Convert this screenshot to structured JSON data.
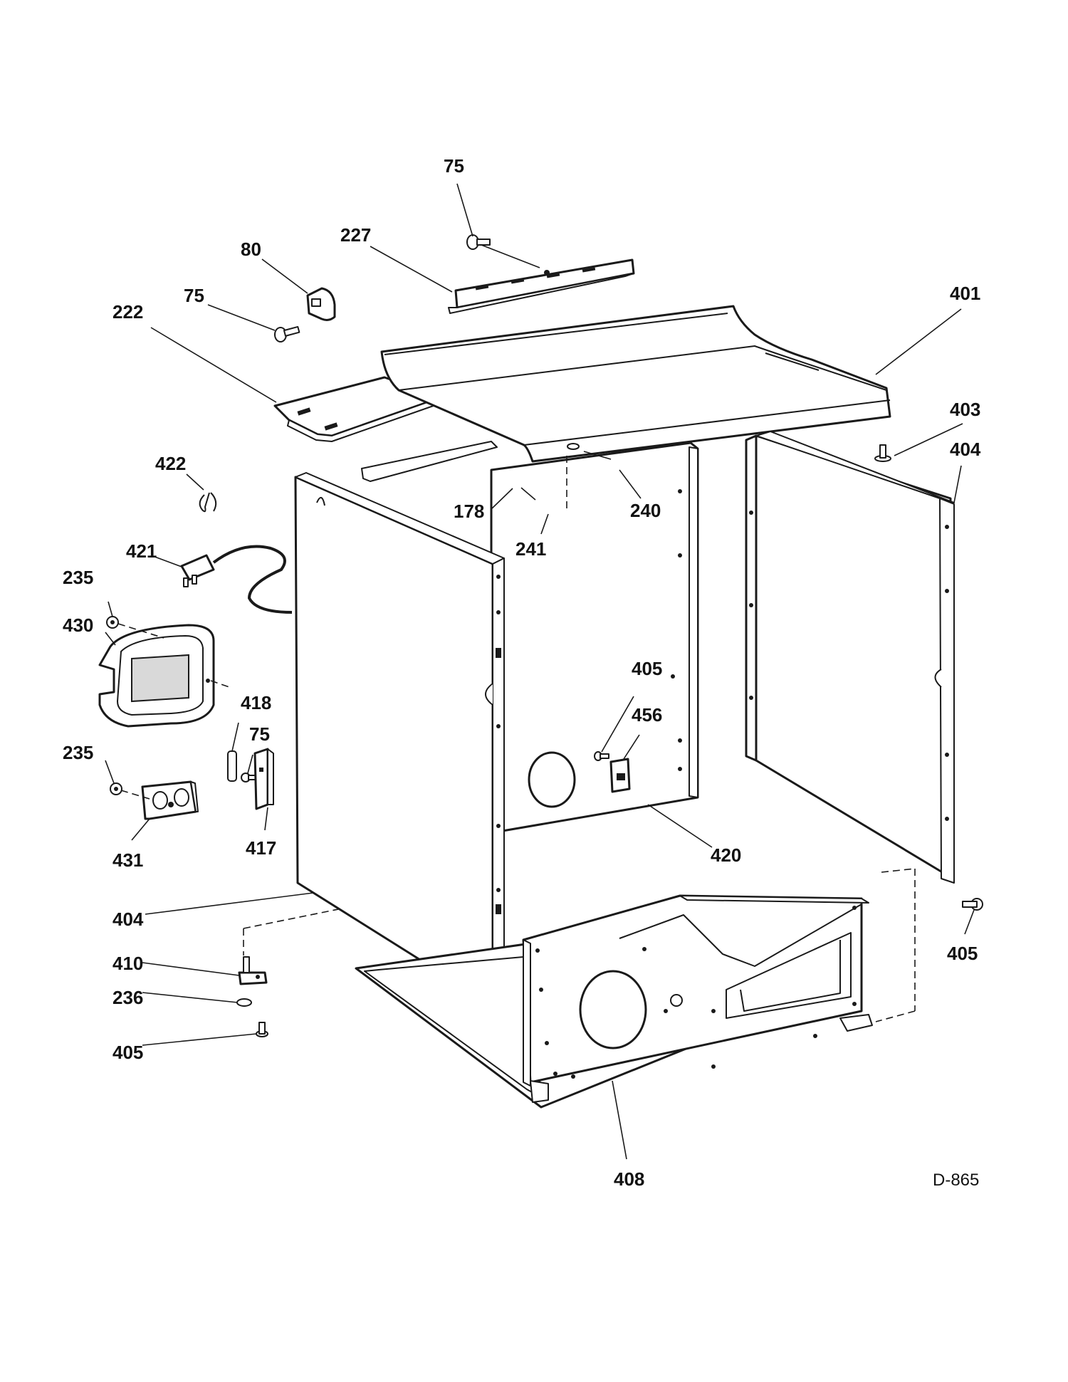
{
  "callouts": {
    "c75_top": "75",
    "c227": "227",
    "c80": "80",
    "c75_left": "75",
    "c222": "222",
    "c401": "401",
    "c403": "403",
    "c404_right": "404",
    "c422": "422",
    "c178": "178",
    "c240": "240",
    "c241": "241",
    "c421": "421",
    "c235_top": "235",
    "c430": "430",
    "c405_mid": "405",
    "c456": "456",
    "c418": "418",
    "c75_low": "75",
    "c235_low": "235",
    "c417": "417",
    "c431": "431",
    "c420": "420",
    "c404_left": "404",
    "c405_right": "405",
    "c410": "410",
    "c236": "236",
    "c405_low": "405",
    "c408": "408"
  },
  "diagram_code": "D-865"
}
